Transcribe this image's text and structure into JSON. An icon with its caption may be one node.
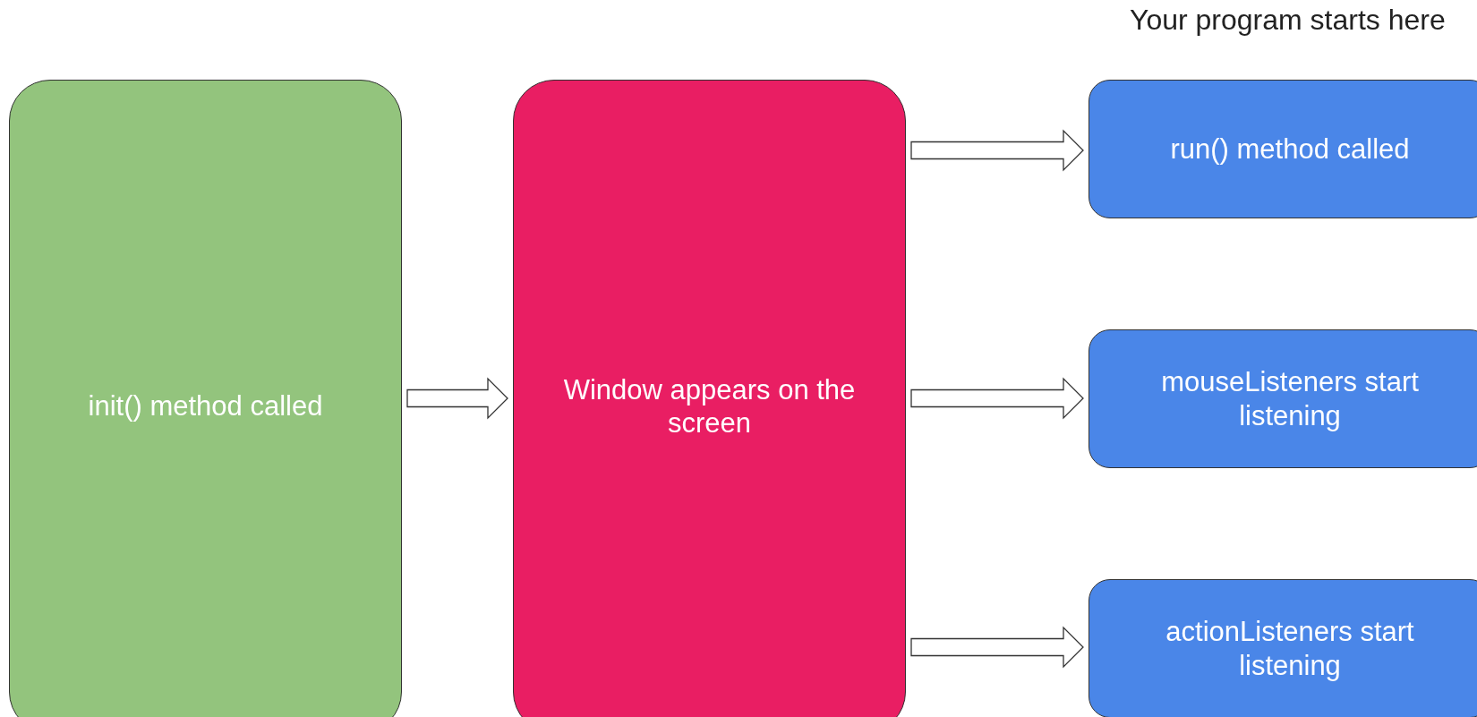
{
  "diagram": {
    "nodes": [
      {
        "text": [
          "init()  method called"
        ]
      },
      {
        "text": [
          "Window appears on the screen"
        ]
      },
      {
        "text": [
          "run() method called"
        ]
      },
      {
        "text": [
          "mouseListeners start listening"
        ]
      },
      {
        "text": [
          "actionListeners start listening"
        ]
      }
    ],
    "edges": [
      {
        "from": 0,
        "to": 1,
        "arrow": "to"
      },
      {
        "from": 1,
        "to": 2,
        "arrow": "to"
      },
      {
        "from": 1,
        "to": 3,
        "arrow": "to"
      },
      {
        "from": 1,
        "to": 4,
        "arrow": "to"
      }
    ],
    "labels": [
      "Your program starts here"
    ]
  }
}
